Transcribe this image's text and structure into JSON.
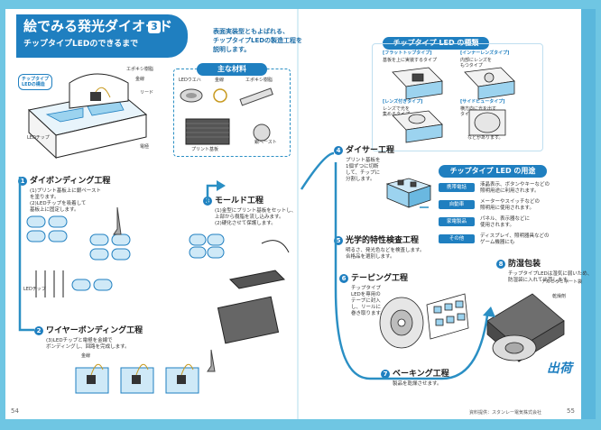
{
  "colors": {
    "background": "#6fc6e3",
    "accent": "#1f7fc0",
    "flow_arrow": "#2a8fc4"
  },
  "header": {
    "title": "絵でみる発光ダイオード",
    "number": "3",
    "subtitle": "チップタイプLEDのできるまで"
  },
  "lead_text": [
    "表面実装型ともよばれる、",
    "チップタイプLEDの製造工程を",
    "説明します。"
  ],
  "cutaway_label": [
    "チップタイプ",
    "LEDの構造"
  ],
  "cutaway_parts": [
    "LEDチップ",
    "金線",
    "エポキシ樹脂",
    "リード",
    "電極"
  ],
  "materials": {
    "title": "主な材料",
    "items": [
      "金線",
      "LEDウエハ",
      "エポキシ樹脂",
      "プリント基板",
      "銀ペースト"
    ]
  },
  "steps": [
    {
      "no": "1",
      "title": "ダイボンディング工程",
      "desc": [
        "(1)プリント基板上に銀ペースト",
        "を塗ります。",
        "(2)LEDチップを吸着して",
        "基板上に固定します。"
      ]
    },
    {
      "no": "2",
      "title": "ワイヤーボンディング工程",
      "desc": [
        "(3)LEDチップと電極を金線で",
        "ボンディングし、回路を完成します。"
      ]
    },
    {
      "no": "3",
      "title": "モールド工程",
      "desc": [
        "(1)金型にプリント基板をセットし、",
        "上部から樹脂を流し込みます。",
        "(2)硬化させて保護します。"
      ]
    },
    {
      "no": "4",
      "title": "ダイサー工程",
      "desc": [
        "プリント基板を",
        "1個ずつに切断",
        "して、チップに",
        "分割します。"
      ]
    },
    {
      "no": "5",
      "title": "光学的特性検査工程",
      "desc": [
        "明るさ、発光色などを検査します。",
        "合格品を選別します。"
      ]
    },
    {
      "no": "6",
      "title": "テーピング工程",
      "desc": [
        "チップタイプ",
        "LEDを専用の",
        "テープに封入",
        "し、リールに",
        "巻き取ります。"
      ]
    },
    {
      "no": "7",
      "title": "ベーキング工程",
      "desc": [
        "製品を乾燥させます。"
      ]
    },
    {
      "no": "8",
      "title": "防湿包装",
      "desc": [
        "チップタイプLEDは湿気に弱いため、",
        "防湿袋に入れて出荷します。"
      ]
    }
  ],
  "types": {
    "title": "チップタイプ LED の種類",
    "items": [
      {
        "name": "[フラットトップタイプ]",
        "desc": [
          "基板を上に実装するタイプ"
        ]
      },
      {
        "name": "[インナーレンズタイプ]",
        "desc": [
          "内部にレンズを",
          "もつタイプ"
        ]
      },
      {
        "name": "[レンズ付きタイプ]",
        "desc": [
          "レンズで光を",
          "集めるタイプ"
        ]
      },
      {
        "name": "[サイドビュータイプ]",
        "desc": [
          "横方向に光を出す",
          "タイプ"
        ]
      }
    ],
    "note": "などがあります。"
  },
  "uses": {
    "title": "チップタイプ LED の用途",
    "items": [
      {
        "badge": "携帯電話",
        "text": [
          "液晶表示、ボタンやキーなどの",
          "照明用途に利用されます。"
        ]
      },
      {
        "badge": "自動車",
        "text": [
          "メーターやスイッチなどの",
          "照明用に使用されます。"
        ]
      },
      {
        "badge": "家電製品",
        "text": [
          "パネル、表示器などに",
          "使用されます。"
        ]
      },
      {
        "badge": "その他",
        "text": [
          "ディスプレイ、照明器具などの",
          "ゲーム機器にも"
        ]
      }
    ]
  },
  "labels": {
    "shipping": "出荷",
    "alumi_bag": "アルミラミネート袋",
    "desiccant": "乾燥剤"
  },
  "page_numbers": {
    "left": "54",
    "right": "55"
  },
  "footer_credit": "資料提供：スタンレー電気株式会社"
}
